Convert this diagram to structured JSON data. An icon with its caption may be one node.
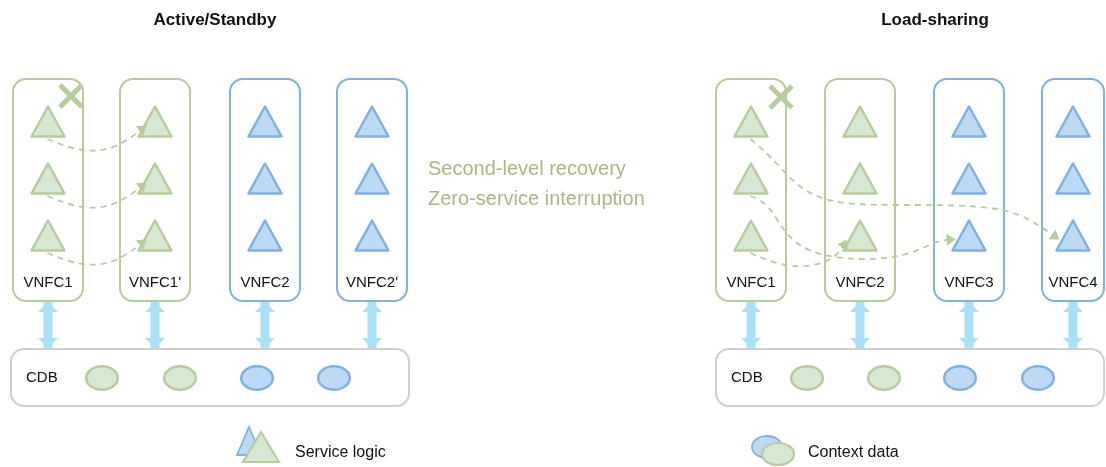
{
  "diagram": {
    "nodes": [
      {
        "text": [
          "VNFC1"
        ]
      },
      {
        "text": [],
        "shape": "triangle",
        "in": 0
      },
      {
        "text": [],
        "shape": "triangle",
        "in": 0
      },
      {
        "text": [],
        "shape": "triangle",
        "in": 0
      },
      {
        "text": [
          "VNFC1'"
        ]
      },
      {
        "text": [],
        "shape": "triangle",
        "in": 4
      },
      {
        "text": [],
        "shape": "triangle",
        "in": 4
      },
      {
        "text": [],
        "shape": "triangle",
        "in": 4
      },
      {
        "text": [
          "VNFC2"
        ]
      },
      {
        "text": [],
        "shape": "triangle",
        "in": 8
      },
      {
        "text": [],
        "shape": "triangle",
        "in": 8
      },
      {
        "text": [],
        "shape": "triangle",
        "in": 8
      },
      {
        "text": [
          "VNFC2'"
        ]
      },
      {
        "text": [],
        "shape": "triangle",
        "in": 12
      },
      {
        "text": [],
        "shape": "triangle",
        "in": 12
      },
      {
        "text": [],
        "shape": "triangle",
        "in": 12
      },
      {
        "text": [
          "CDB"
        ]
      },
      {
        "text": [],
        "shape": "ellipse",
        "in": 16
      },
      {
        "text": [],
        "shape": "ellipse",
        "in": 16
      },
      {
        "text": [],
        "shape": "ellipse",
        "in": 16
      },
      {
        "text": [],
        "shape": "ellipse",
        "in": 16
      },
      {
        "text": [
          "VNFC1"
        ]
      },
      {
        "text": [],
        "shape": "triangle",
        "in": 21
      },
      {
        "text": [],
        "shape": "triangle",
        "in": 21
      },
      {
        "text": [],
        "shape": "triangle",
        "in": 21
      },
      {
        "text": [
          "VNFC2"
        ]
      },
      {
        "text": [],
        "shape": "triangle",
        "in": 25
      },
      {
        "text": [],
        "shape": "triangle",
        "in": 25
      },
      {
        "text": [],
        "shape": "triangle",
        "in": 25
      },
      {
        "text": [
          "VNFC3"
        ]
      },
      {
        "text": [],
        "shape": "triangle",
        "in": 29
      },
      {
        "text": [],
        "shape": "triangle",
        "in": 29
      },
      {
        "text": [],
        "shape": "triangle",
        "in": 29
      },
      {
        "text": [
          "VNFC4"
        ]
      },
      {
        "text": [],
        "shape": "triangle",
        "in": 33
      },
      {
        "text": [],
        "shape": "triangle",
        "in": 33
      },
      {
        "text": [],
        "shape": "triangle",
        "in": 33
      },
      {
        "text": [
          "CDB"
        ]
      },
      {
        "text": [],
        "shape": "ellipse",
        "in": 37
      },
      {
        "text": [],
        "shape": "ellipse",
        "in": 37
      },
      {
        "text": [],
        "shape": "ellipse",
        "in": 37
      },
      {
        "text": [],
        "shape": "ellipse",
        "in": 37
      }
    ],
    "edges": [
      {
        "from": 1,
        "to": 5,
        "arrow": "to",
        "style": "dashed",
        "color": "#b7cb9c"
      },
      {
        "from": 2,
        "to": 6,
        "arrow": "to",
        "style": "dashed",
        "color": "#b7cb9c"
      },
      {
        "from": 3,
        "to": 7,
        "arrow": "to",
        "style": "dashed",
        "color": "#b7cb9c"
      },
      {
        "from": 0,
        "to": 16,
        "arrow": "both"
      },
      {
        "from": 4,
        "to": 16,
        "arrow": "both"
      },
      {
        "from": 8,
        "to": 16,
        "arrow": "both"
      },
      {
        "from": 12,
        "to": 16,
        "arrow": "both"
      },
      {
        "from": 22,
        "to": 36,
        "arrow": "to",
        "style": "dashed",
        "color": "#b7cb9c"
      },
      {
        "from": 23,
        "to": 32,
        "arrow": "to",
        "style": "dashed",
        "color": "#b7cb9c"
      },
      {
        "from": 24,
        "to": 28,
        "arrow": "to",
        "style": "dashed",
        "color": "#b7cb9c"
      },
      {
        "from": 21,
        "to": 37,
        "arrow": "both"
      },
      {
        "from": 25,
        "to": 37,
        "arrow": "both"
      },
      {
        "from": 29,
        "to": 37,
        "arrow": "both"
      },
      {
        "from": 33,
        "to": 37,
        "arrow": "both"
      }
    ],
    "labels": [
      "Active/Standby",
      "Load-sharing",
      "Second-level recovery",
      "Zero-service interruption"
    ],
    "legend": [
      {
        "text": "Service logic"
      },
      {
        "text": "Context data"
      }
    ]
  }
}
